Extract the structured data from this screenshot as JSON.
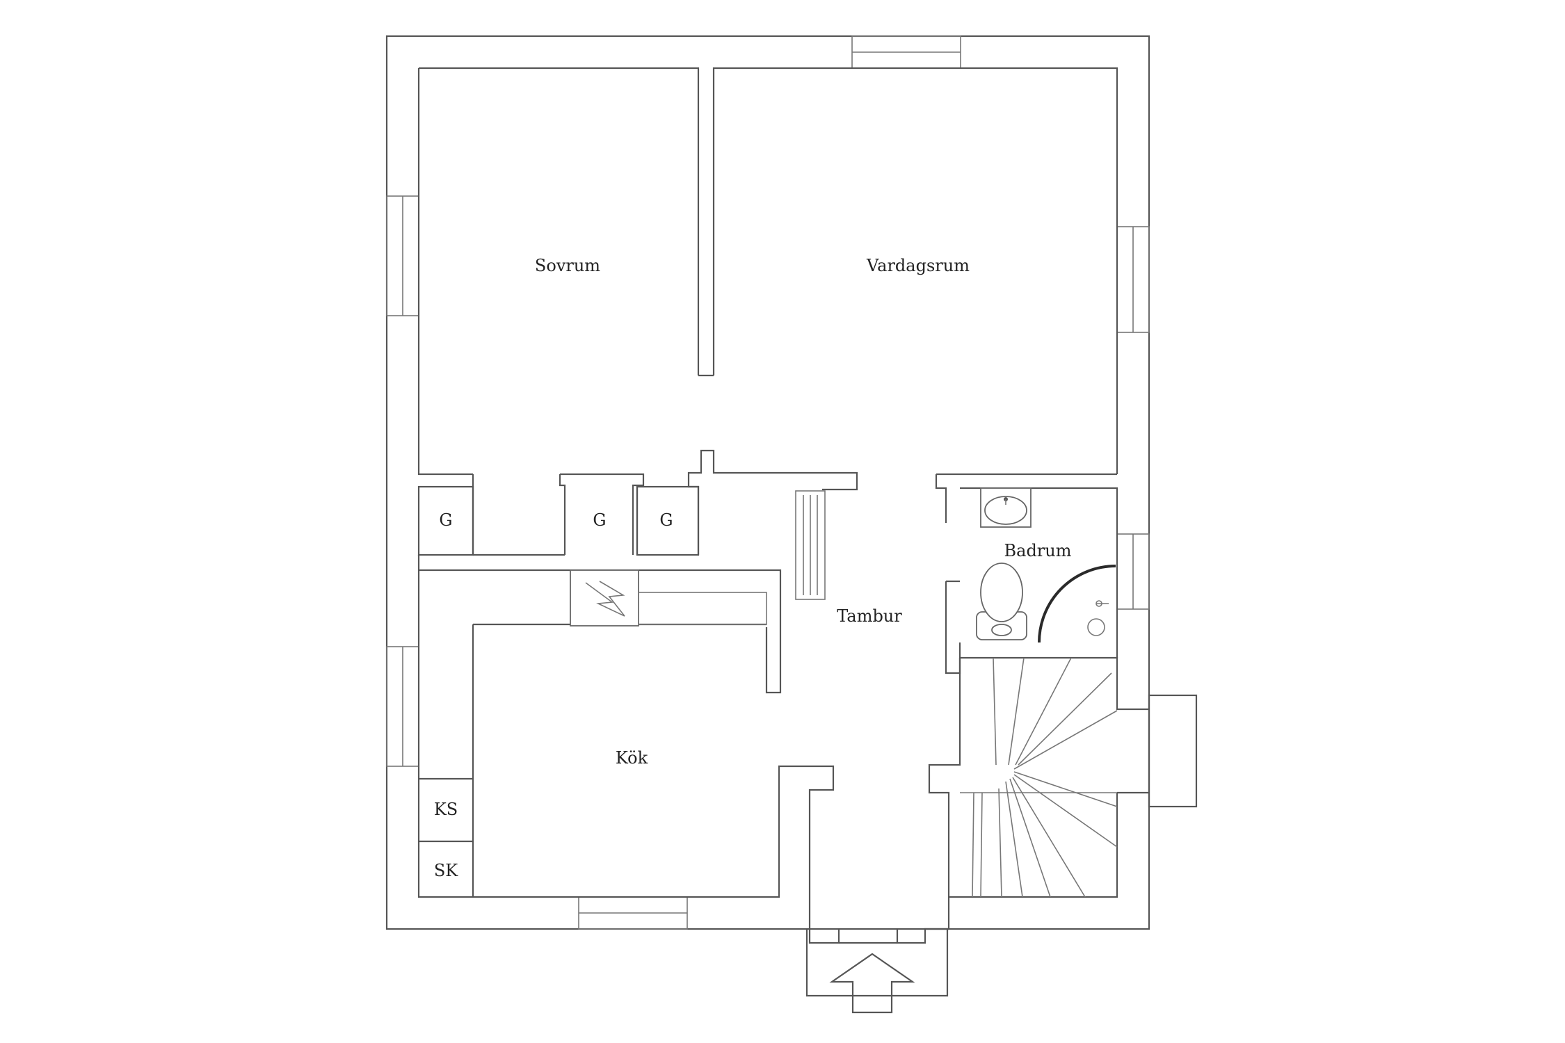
{
  "rooms": {
    "sovrum": "Sovrum",
    "vardagsrum": "Vardagsrum",
    "kok": "Kök",
    "tambur": "Tambur",
    "badrum": "Badrum"
  },
  "closets": {
    "g1": "G",
    "g2": "G",
    "g3": "G",
    "ks": "KS",
    "sk": "SK"
  },
  "icons": {
    "entrance": "entrance-arrow-icon",
    "fireplace": "fireplace-icon",
    "sink": "sink-icon",
    "toilet": "toilet-icon",
    "shower": "shower-icon",
    "stairs": "staircase-icon",
    "radiator": "radiator-icon"
  },
  "colors": {
    "walls": "#555555",
    "background": "#ffffff",
    "text": "#222222"
  }
}
